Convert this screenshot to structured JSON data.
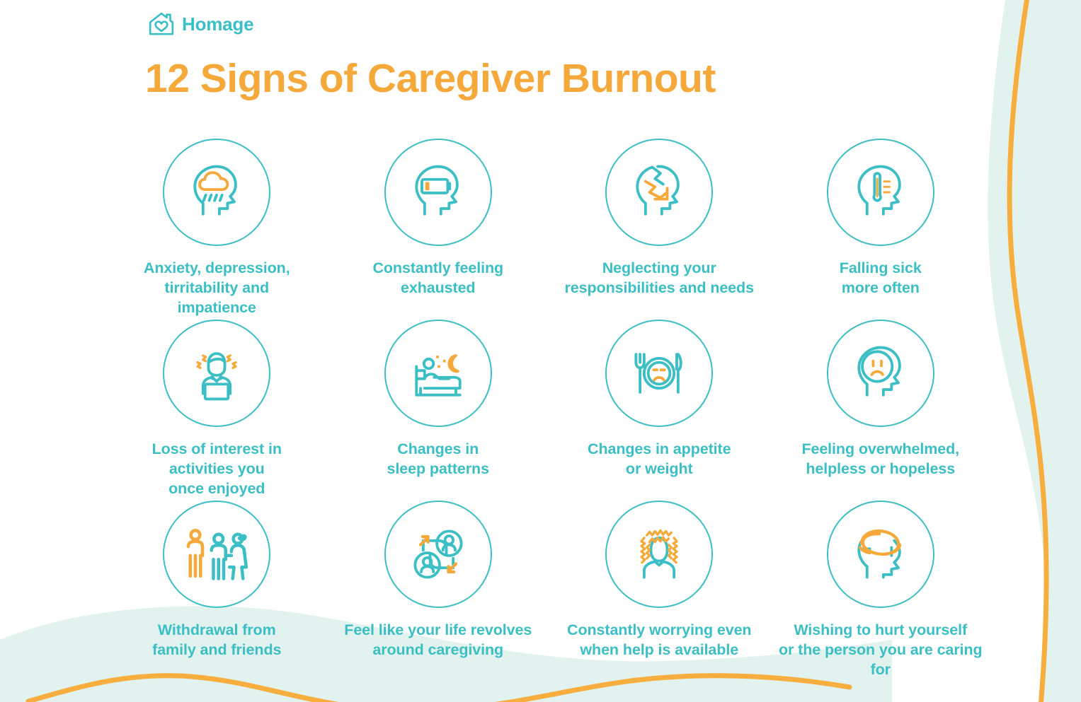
{
  "brand": {
    "name": "Homage",
    "logo_icon": "house-heart-icon",
    "teal": "#3BBFC4",
    "orange": "#F5A93B",
    "mint_bg": "#E2F2EE"
  },
  "header": {
    "title": "12 Signs of Caregiver Burnout"
  },
  "signs": [
    {
      "index": 1,
      "icon": "head-rain-cloud-icon",
      "label": "Anxiety, depression,\ntirritability and\nimpatience"
    },
    {
      "index": 2,
      "icon": "head-low-battery-icon",
      "label": "Constantly feeling\nexhausted"
    },
    {
      "index": 3,
      "icon": "cracked-head-down-arrow-icon",
      "label": "Neglecting your\nresponsibilities and needs"
    },
    {
      "index": 4,
      "icon": "head-thermometer-icon",
      "label": "Falling sick\nmore often"
    },
    {
      "index": 5,
      "icon": "stressed-person-laptop-icon",
      "label": "Loss of interest in\nactivities you\nonce enjoyed"
    },
    {
      "index": 6,
      "icon": "person-in-bed-moon-icon",
      "label": "Changes in\nsleep patterns"
    },
    {
      "index": 7,
      "icon": "plate-sad-face-cutlery-icon",
      "label": "Changes in appetite\nor weight"
    },
    {
      "index": 8,
      "icon": "head-sad-face-icon",
      "label": "Feeling overwhelmed,\nhelpless or hopeless"
    },
    {
      "index": 9,
      "icon": "person-apart-from-couple-icon",
      "label": "Withdrawal from\nfamily and friends"
    },
    {
      "index": 10,
      "icon": "two-people-cycle-arrows-icon",
      "label": "Feel like your life revolves\naround caregiving"
    },
    {
      "index": 11,
      "icon": "person-anxiety-waves-icon",
      "label": "Constantly worrying even\nwhen help is available"
    },
    {
      "index": 12,
      "icon": "head-swirl-orbit-icon",
      "label": "Wishing to hurt yourself\nor the person you are caring for"
    }
  ]
}
